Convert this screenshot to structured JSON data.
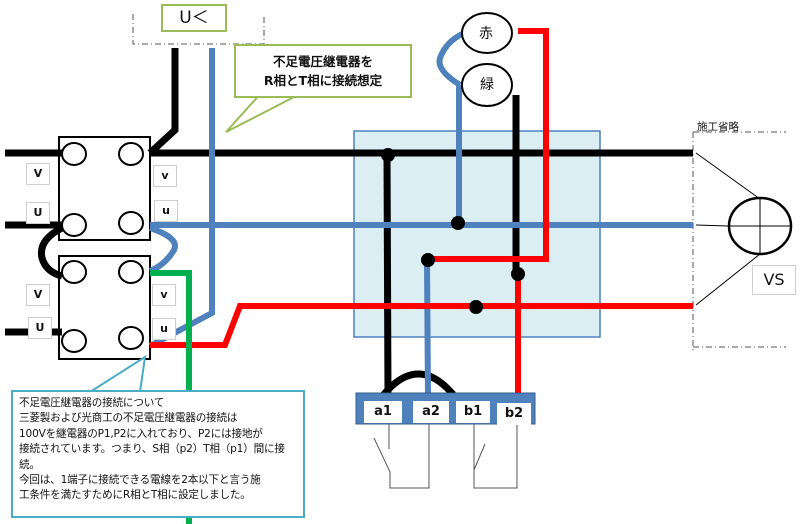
{
  "diagram": {
    "type": "wiring-diagram",
    "title_callout": {
      "line1": "不足電圧継電器を",
      "line2": "R相とT相に接続想定"
    },
    "relay_symbol_label": "U＜",
    "pt_labels": {
      "upper_left_top": "V",
      "upper_left_bottom": "U",
      "upper_right_top": "v",
      "upper_right_bottom": "u",
      "lower_left_top": "V",
      "lower_left_bottom": "U",
      "lower_right_top": "v",
      "lower_right_bottom": "u"
    },
    "lamps": {
      "red": "赤",
      "green": "緑"
    },
    "terminal_block": {
      "terminals": [
        "a1",
        "a2",
        "b1",
        "b2"
      ]
    },
    "omitted_label": "施工省略",
    "vs_label": "VS",
    "note_callout": {
      "lines": [
        "不足電圧継電器の接続について",
        "三菱製および光商工の不足電圧継電器の接続は",
        "100Vを継電器のP1,P2に入れており、P2には接地が",
        "接続されています。つまり、S相（p2）T相（p1）間に接",
        "続。",
        "今回は、1端子に接続できる電線を2本以下と言う施",
        "工条件を満たすためにR相とT相に設定しました。"
      ]
    },
    "wire_colors": {
      "black": "#000000",
      "blue": "#4f81bd",
      "red": "#ff0000",
      "green": "#00b050",
      "panel_fill": "#dbeef4",
      "panel_border": "#4f81bd",
      "callout_green": "#9bbb59",
      "callout_blue": "#4bacc6"
    }
  }
}
